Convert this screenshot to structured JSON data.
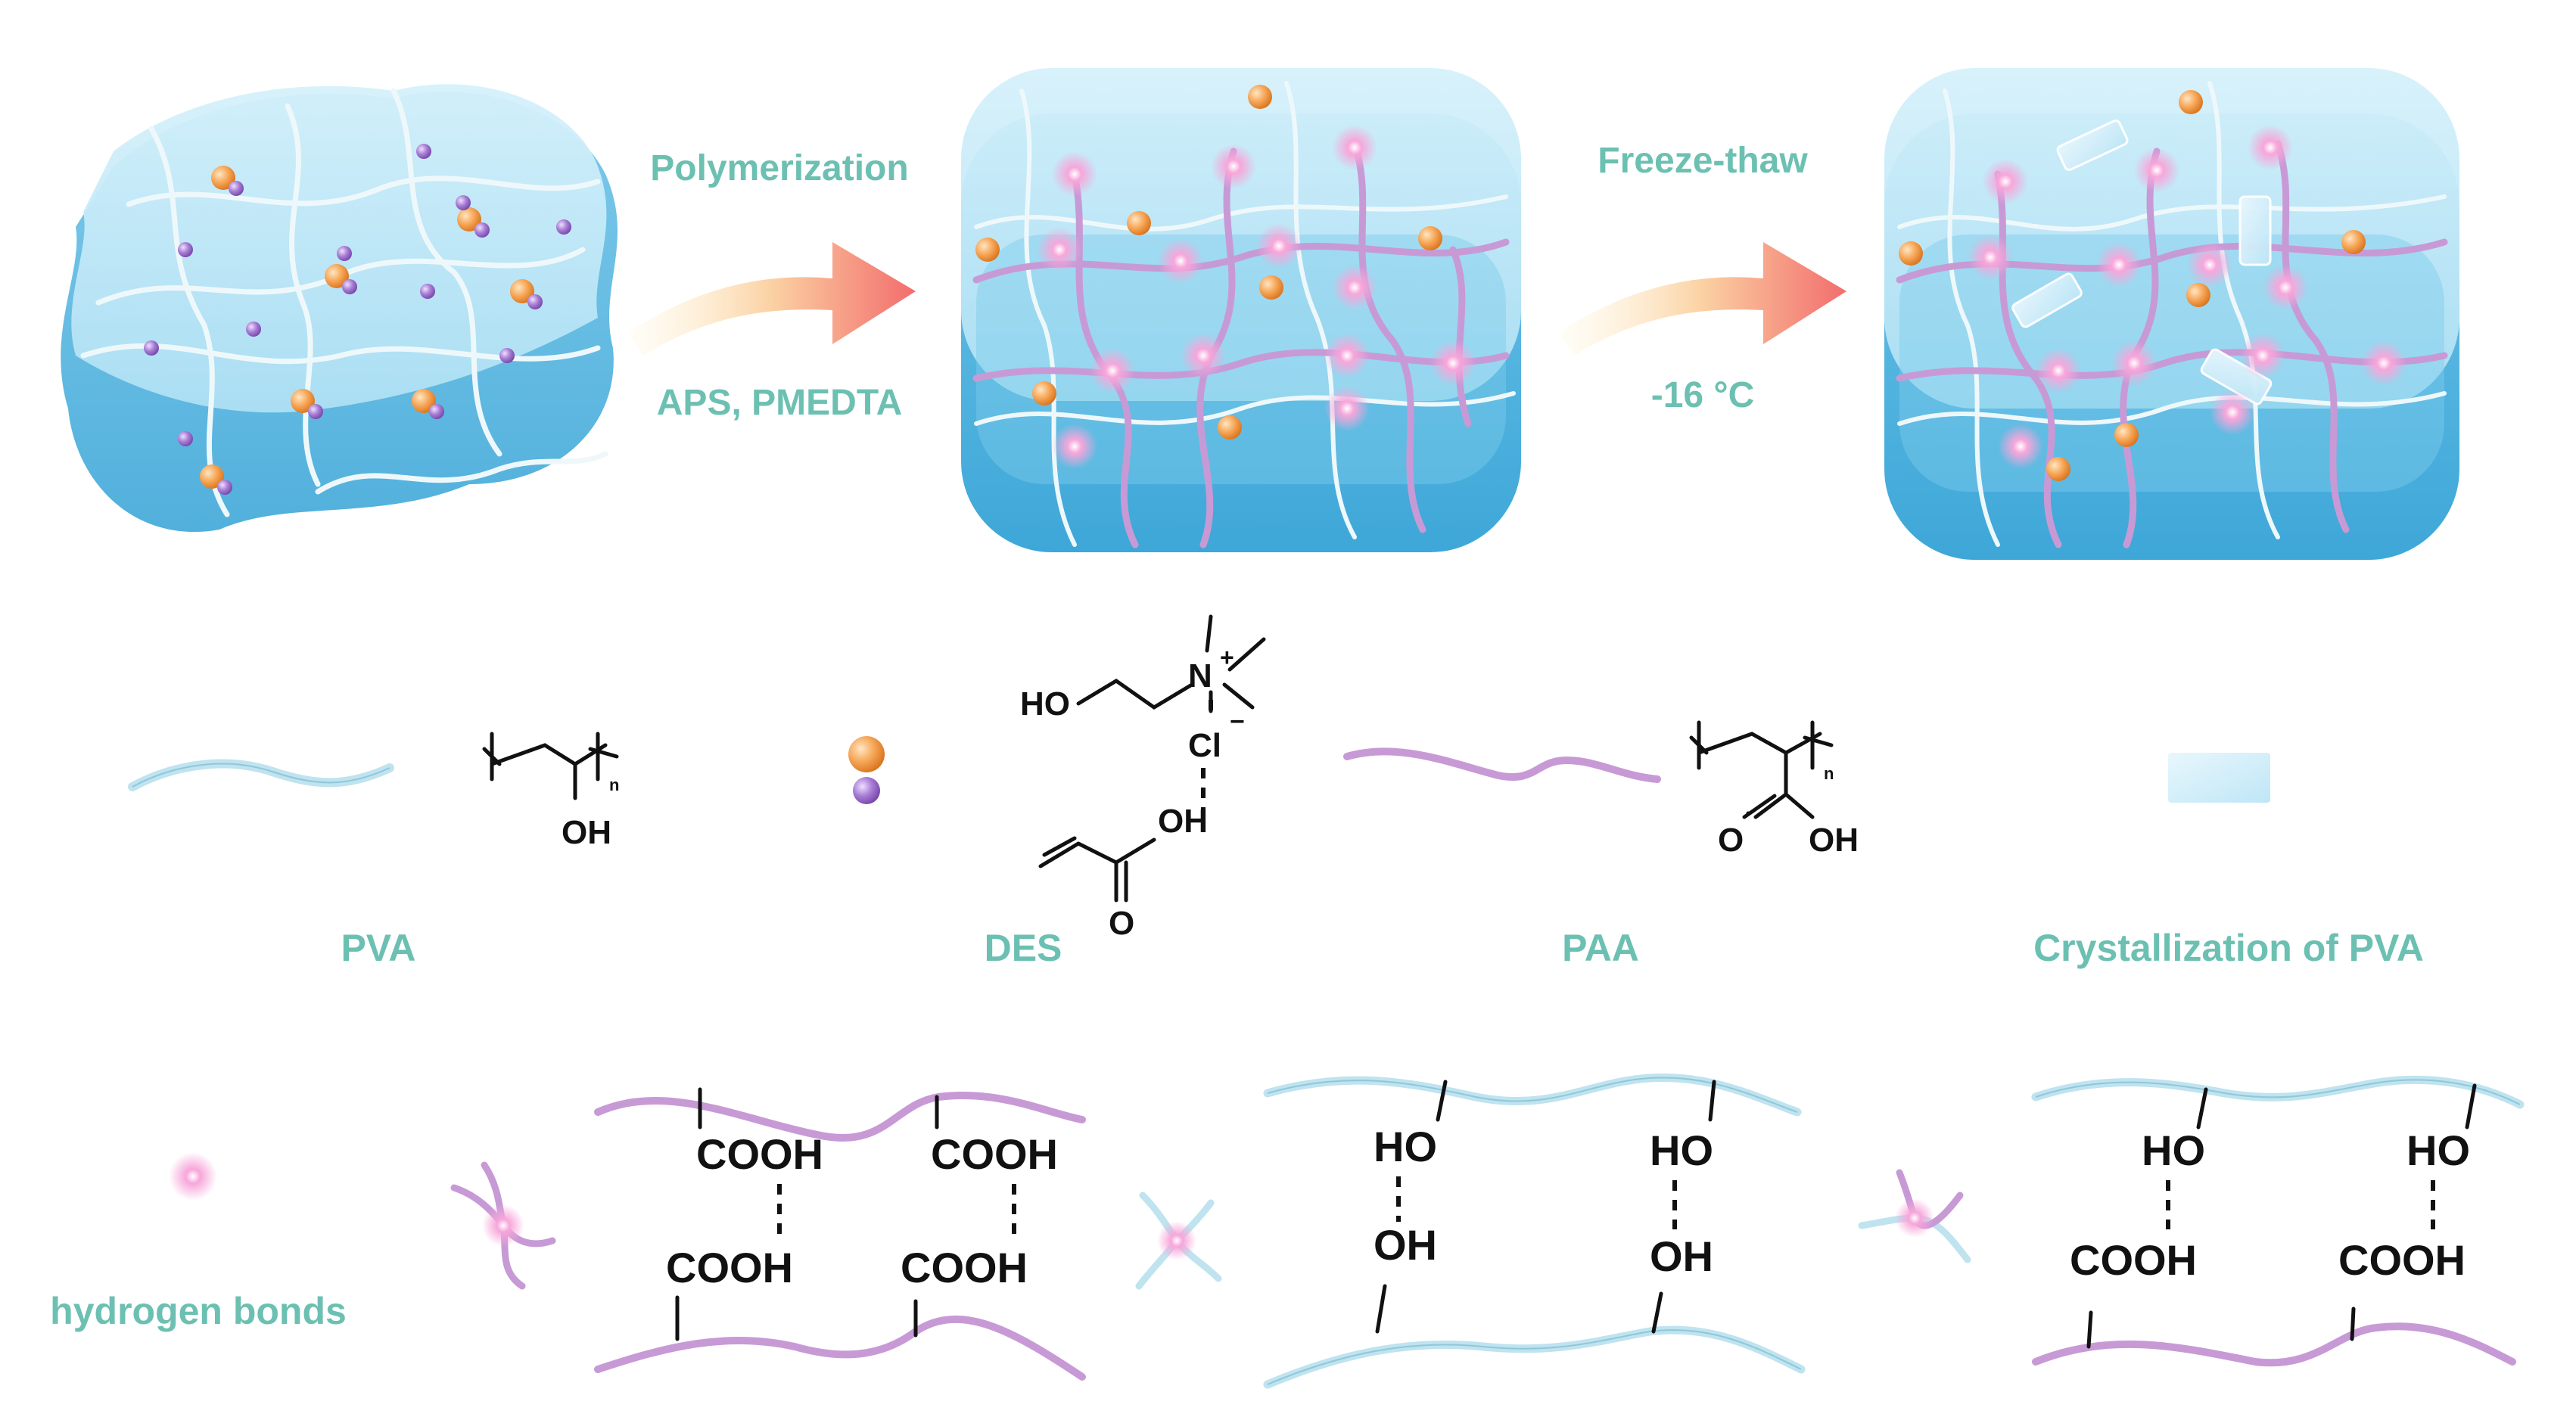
{
  "steps": {
    "step1": {
      "top": "Polymerization",
      "bottom": "APS, PMEDTA"
    },
    "step2": {
      "top": "Freeze-thaw",
      "bottom": "-16 °C"
    }
  },
  "legend": {
    "pva": {
      "label": "PVA",
      "unit_label": "OH",
      "repeat": "n"
    },
    "des": {
      "label": "DES",
      "choline": {
        "ho": "HO",
        "n": "N",
        "charge": "+",
        "cl": "Cl",
        "cl_charge": "−"
      },
      "acrylic_acid": {
        "oh": "OH",
        "o": "O"
      }
    },
    "paa": {
      "label": "PAA",
      "unit_o": "O",
      "unit_oh": "OH",
      "repeat": "n"
    },
    "crystal": {
      "label": "Crystallization of PVA"
    },
    "hbond": {
      "label": "hydrogen bonds"
    }
  },
  "interactions": {
    "paa_paa": {
      "top_left": "COOH",
      "top_right": "COOH",
      "bottom_left": "COOH",
      "bottom_right": "COOH"
    },
    "pva_pva": {
      "top_left": "HO",
      "top_right": "HO",
      "bottom_left": "OH",
      "bottom_right": "OH"
    },
    "pva_paa": {
      "top_left": "HO",
      "top_right": "HO",
      "bottom_left": "COOH",
      "bottom_right": "COOH"
    }
  },
  "colors": {
    "label_teal": "#6cc0b2",
    "pva_chain": "#bfe3ef",
    "paa_chain": "#c79ad6",
    "gel_blue": "#7ccbea",
    "particle_orange": "#f29a45",
    "particle_purple": "#9b6fc6",
    "hbond_pink": "#f07ac8"
  }
}
